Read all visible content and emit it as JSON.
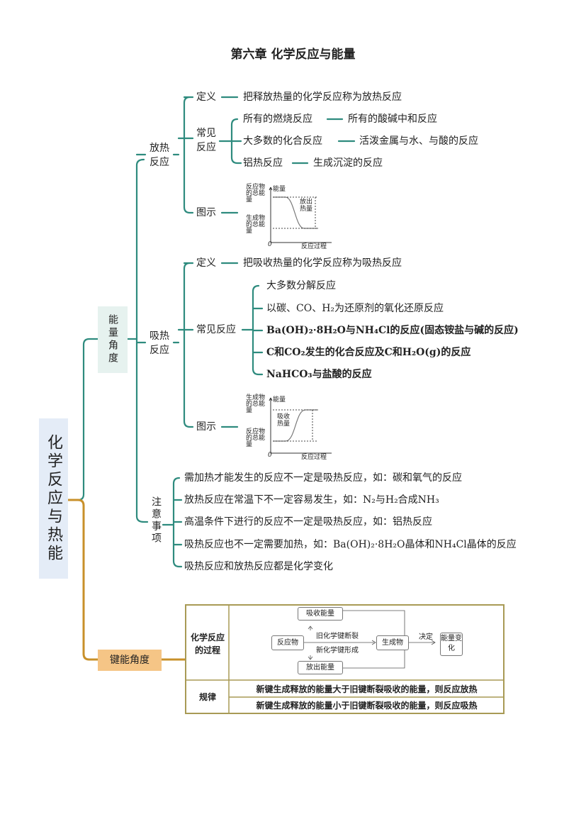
{
  "title": "第六章  化学反应与能量",
  "root": "化学反应与热能",
  "energy_angle": "能量角度",
  "bond_angle": "键能角度",
  "exo": {
    "label": "放热反应",
    "def_label": "定义",
    "def": "把释放热量的化学反应称为放热反应",
    "common_label": "常见反应",
    "common": [
      [
        "所有的燃烧反应",
        "所有的酸碱中和反应"
      ],
      [
        "大多数的化合反应",
        "活泼金属与水、与酸的反应"
      ],
      [
        "铝热反应",
        "生成沉淀的反应"
      ]
    ],
    "fig_label": "图示",
    "chart": {
      "ylabel": "能量",
      "top_label": "反应物的总能量",
      "bottom_label": "生成物的总能量",
      "note": "放出热量",
      "xlabel": "反应过程",
      "origin": "0"
    }
  },
  "endo": {
    "label": "吸热反应",
    "def_label": "定义",
    "def": "把吸收热量的化学反应称为吸热反应",
    "common_label": "常见反应",
    "common": [
      "大多数分解反应",
      "以碳、CO、H₂为还原剂的氧化还原反应",
      "Ba(OH)₂·8H₂O与NH₄Cl的反应(固态铵盐与碱的反应)",
      "C和CO₂发生的化合反应及C和H₂O(g)的反应",
      "NaHCO₃与盐酸的反应"
    ],
    "fig_label": "图示",
    "chart": {
      "ylabel": "能量",
      "top_label": "生成物的总能量",
      "bottom_label": "反应物的总能量",
      "note": "吸收热量",
      "xlabel": "反应过程",
      "origin": "0"
    }
  },
  "notes": {
    "label": "注意事项",
    "items": [
      "需加热才能发生的反应不一定是吸热反应，如：碳和氧气的反应",
      "放热反应在常温下不一定容易发生，如：N₂与H₂合成NH₃",
      "高温条件下进行的反应不一定是吸热反应，如：铝热反应",
      "吸热反应也不一定需要加热，如：Ba(OH)₂·8H₂O晶体和NH₄Cl晶体的反应",
      "吸热反应和放热反应都是化学变化"
    ]
  },
  "table": {
    "process_label": "化学反应的过程",
    "absorb": "吸收能量",
    "reactant": "反应物",
    "break": "旧化学键断裂",
    "form": "新化学键形成",
    "product": "生成物",
    "release": "放出能量",
    "decide": "决定",
    "change": "能量变化",
    "rule_label": "规律",
    "rules": [
      "新键生成释放的能量大于旧键断裂吸收的能量，则反应放热",
      "新键生成释放的能量小于旧键断裂吸收的能量，则反应吸热"
    ]
  },
  "colors": {
    "teal": "#2e8b7e",
    "gold": "#c8902a"
  }
}
